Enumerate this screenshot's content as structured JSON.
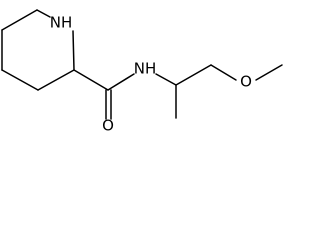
{
  "molecule": {
    "atoms": {
      "nh_ring": "NH",
      "nh_amide": "NH",
      "o_carbonyl": "O",
      "o_ether": "O"
    }
  }
}
